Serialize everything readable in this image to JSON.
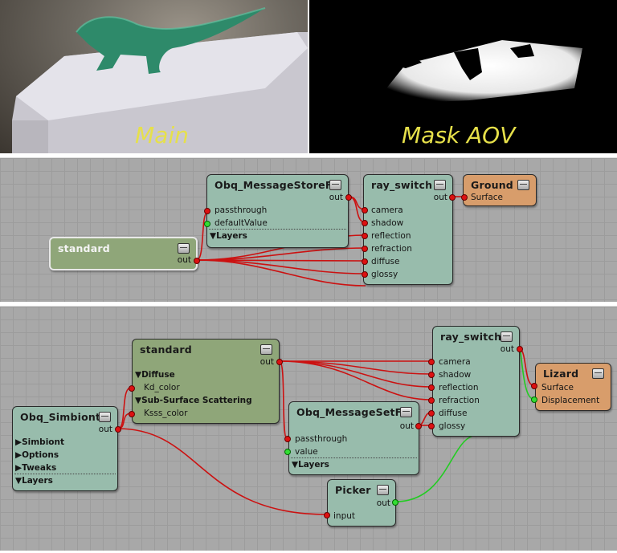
{
  "renders": {
    "main_caption": "Main",
    "mask_caption": "Mask AOV"
  },
  "graph1": {
    "standard": {
      "title": "standard",
      "out": "out"
    },
    "store": {
      "title": "Obq_MessageStoreFlt",
      "out": "out",
      "ports": [
        "passthrough",
        "defaultValue"
      ],
      "sections": [
        "▼Layers"
      ]
    },
    "ray_switch": {
      "title": "ray_switch",
      "out": "out",
      "ports": [
        "camera",
        "shadow",
        "reflection",
        "refraction",
        "diffuse",
        "glossy"
      ]
    },
    "ground": {
      "title": "Ground",
      "ports": [
        "Surface"
      ]
    }
  },
  "graph2": {
    "simbiont": {
      "title": "Obq_Simbiont",
      "out": "out",
      "sections": [
        "▶Simbiont",
        "▶Options",
        "▶Tweaks",
        "▼Layers"
      ]
    },
    "standard": {
      "title": "standard",
      "out": "out",
      "section1": "▼Diffuse",
      "port1": "Kd_color",
      "section2": "▼Sub-Surface Scattering",
      "port2": "Ksss_color"
    },
    "ray_switch": {
      "title": "ray_switch",
      "out": "out",
      "ports": [
        "camera",
        "shadow",
        "reflection",
        "refraction",
        "diffuse",
        "glossy"
      ]
    },
    "lizard": {
      "title": "Lizard",
      "ports": [
        "Surface",
        "Displacement"
      ]
    },
    "set": {
      "title": "Obq_MessageSetFlt",
      "out": "out",
      "ports": [
        "passthrough",
        "value"
      ],
      "sections": [
        "▼Layers"
      ]
    },
    "picker": {
      "title": "Picker",
      "out": "out",
      "ports": [
        "input"
      ]
    }
  },
  "colors": {
    "node_default": "#98bcac",
    "node_standard": "#8fa679",
    "node_output": "#d89d6b",
    "wire_red": "#cc1111",
    "wire_green": "#22cc22",
    "caption": "#e6e04a"
  }
}
